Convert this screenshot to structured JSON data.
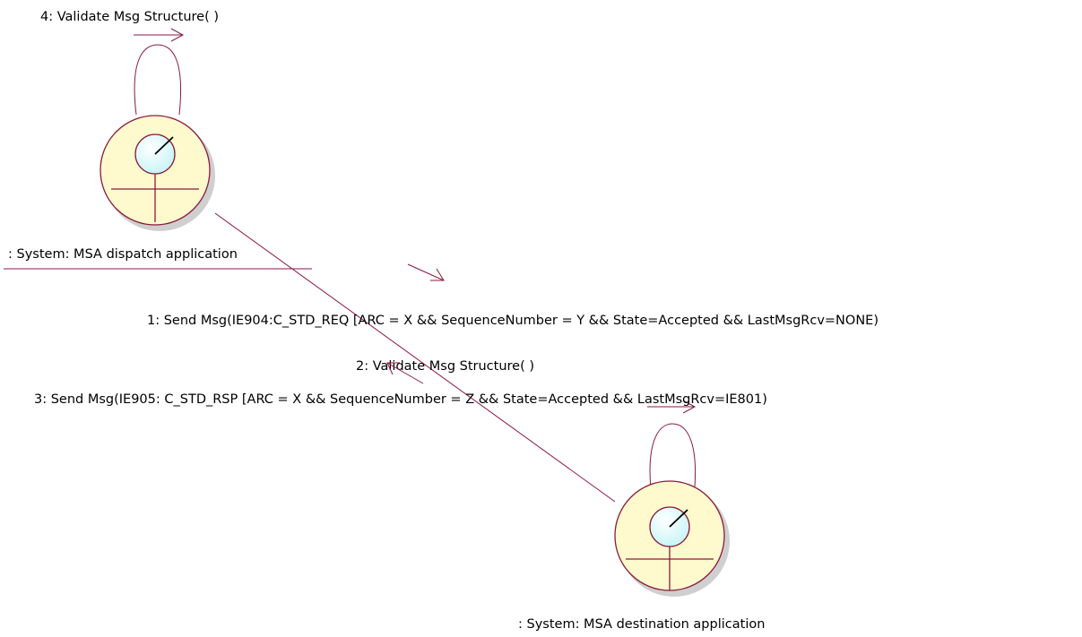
{
  "diagram": {
    "type": "uml-collaboration",
    "colors": {
      "line": "#8b1a3c",
      "actor_fill": "#fffacd",
      "actor_shadow": "#cfcfcf",
      "lens_fill": "#c9f5f7",
      "text": "#000000"
    },
    "objects": [
      {
        "id": "dispatch",
        "label": ": System: MSA dispatch application",
        "icon": "system-boundary-icon"
      },
      {
        "id": "destination",
        "label": ": System: MSA destination application",
        "icon": "system-boundary-icon"
      }
    ],
    "links": [
      {
        "from": "dispatch",
        "to": "destination"
      }
    ],
    "messages": [
      {
        "label": "1: Send Msg(IE904:C_STD_REQ [ARC = X && SequenceNumber = Y && State=Accepted && LastMsgRcv=NONE)",
        "from": "dispatch",
        "to": "destination"
      },
      {
        "label": "2: Validate Msg Structure( )",
        "from": "destination",
        "to": "destination"
      },
      {
        "label": "3: Send Msg(IE905: C_STD_RSP [ARC = X && SequenceNumber = Z && State=Accepted && LastMsgRcv=IE801)",
        "from": "destination",
        "to": "dispatch"
      },
      {
        "label": "4: Validate Msg Structure( )",
        "from": "dispatch",
        "to": "dispatch"
      }
    ]
  }
}
